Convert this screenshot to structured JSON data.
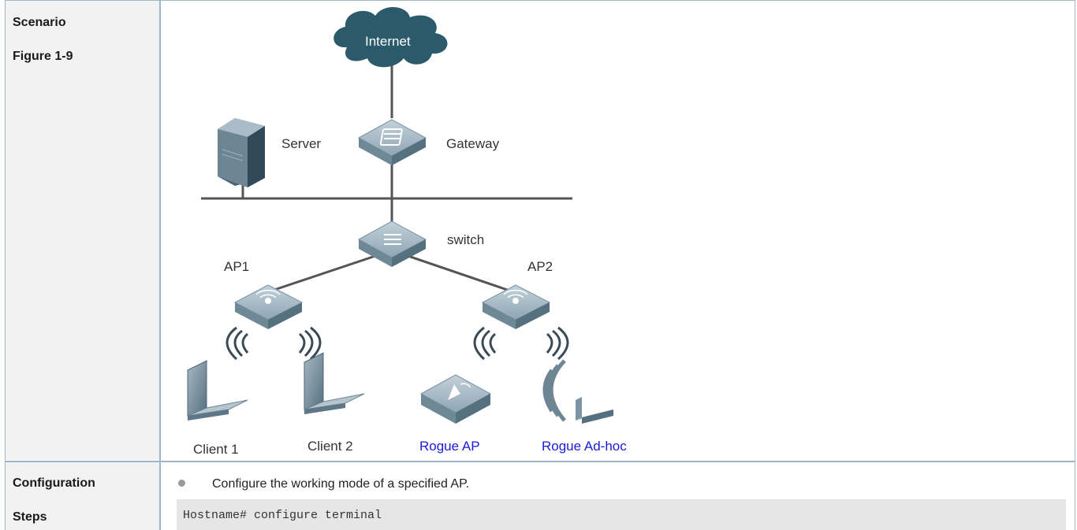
{
  "left_headers": {
    "scenario": "Scenario",
    "figure": "Figure 1-9",
    "configuration": "Configuration",
    "steps": "Steps"
  },
  "diagram": {
    "internet": "Internet",
    "server": "Server",
    "gateway": "Gateway",
    "switch": "switch",
    "ap1": "AP1",
    "ap2": "AP2",
    "client1": "Client 1",
    "client2": "Client 2",
    "rogue_ap": "Rogue AP",
    "rogue_adhoc": "Rogue Ad-hoc"
  },
  "steps": {
    "bullet": "Configure the working mode of a specified AP.",
    "code": "Hostname# configure terminal"
  },
  "colors": {
    "cloud": "#2b5a6a",
    "device": "#8fa7b6",
    "rogue_label": "#1a1adc",
    "border": "#9fb6c8"
  }
}
